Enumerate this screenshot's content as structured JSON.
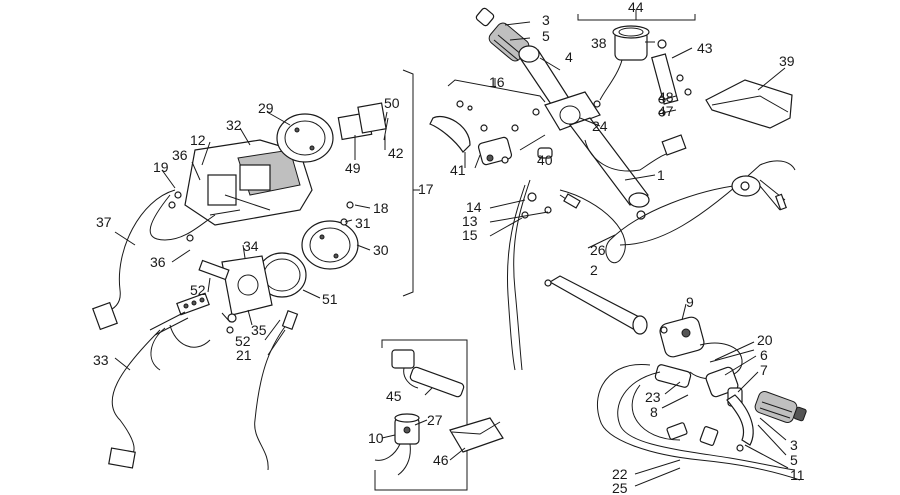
{
  "diagram": {
    "callouts": [
      "1",
      "2",
      "3",
      "5",
      "4",
      "44",
      "38",
      "43",
      "39",
      "16",
      "6",
      "7",
      "8",
      "9",
      "10",
      "11",
      "12",
      "13",
      "14",
      "15",
      "17",
      "18",
      "19",
      "20",
      "21",
      "22",
      "23",
      "24",
      "25",
      "26",
      "27",
      "29",
      "30",
      "31",
      "32",
      "33",
      "34",
      "35",
      "36",
      "37",
      "40",
      "41",
      "42",
      "45",
      "46",
      "47",
      "48",
      "49",
      "50",
      "51",
      "52"
    ],
    "extra_callouts": {
      "c3b": "3",
      "c5b": "5",
      "c36b": "36",
      "c52b": "52",
      "c12": "12"
    }
  }
}
